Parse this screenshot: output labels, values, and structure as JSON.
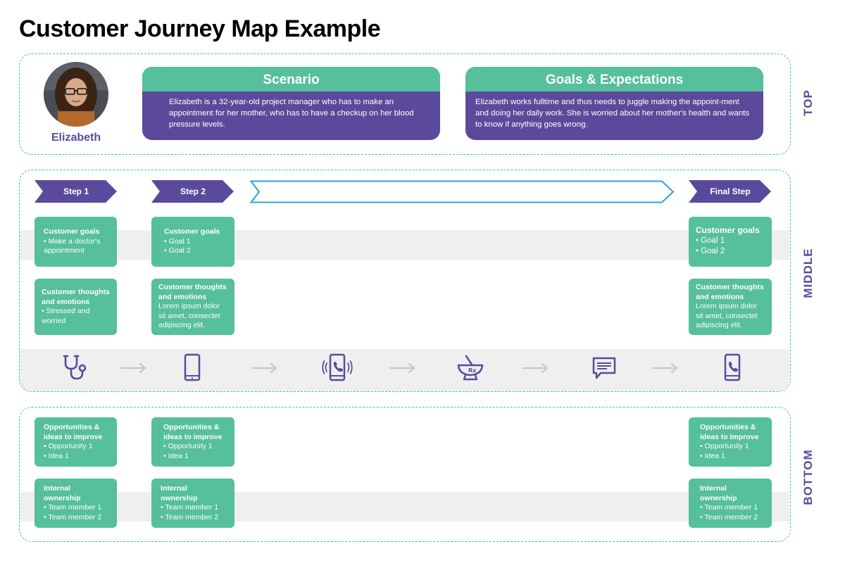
{
  "page": {
    "title": "Customer Journey Map Example"
  },
  "sections": {
    "top": "TOP",
    "middle": "MIDDLE",
    "bottom": "BOTTOM"
  },
  "persona": {
    "name": "Elizabeth"
  },
  "scenario": {
    "title": "Scenario",
    "body": "Elizabeth is a 32-year-old project manager who has to make an appointment for her mother, who has to have a checkup on her blood pressure levels."
  },
  "goals": {
    "title": "Goals & Expectations",
    "body": "Elizabeth works fulltime and thus needs to juggle making the appoint-ment and doing her daily work. She is worried about her mother's health and wants to know if anything goes wrong."
  },
  "steps": [
    "Step 1",
    "Step 2",
    "",
    "Final Step"
  ],
  "middle": {
    "goals": [
      {
        "title": "Customer goals",
        "body": "• Make a doctor's\n   appointment"
      },
      {
        "title": "Customer goals",
        "body": "• Goal 1\n• Goal 2"
      },
      {
        "title": "Customer goals",
        "body": "• Goal 1\n• Goal 2"
      }
    ],
    "thoughts": [
      {
        "title": "Customer thoughts\nand emotions",
        "body": "• Stressed and\n   worried"
      },
      {
        "title": "Customer thoughts\nand emotions",
        "body": "Lorem ipsum dolor\nsit amet, consectet\nadipiscing elit."
      },
      {
        "title": "Customer thoughts\nand emotions",
        "body": "Lorem ipsum dolor\nsit amet, consectet\nadipiscing elit."
      }
    ]
  },
  "touchpoints": [
    "stethoscope-icon",
    "smartphone-icon",
    "ringing-phone-icon",
    "pharmacy-mortar-icon",
    "chat-message-icon",
    "phone-call-icon"
  ],
  "bottom": {
    "opportunities": [
      {
        "title": "Opportunities &\nideas to improve",
        "body": "• Opportunity 1\n• Idea 1"
      },
      {
        "title": "Opportunities &\nideas to improve",
        "body": "• Opportunity 1\n• Idea 1"
      },
      {
        "title": "Opportunities &\nideas to improve",
        "body": "• Opportunity 1\n• Idea 1"
      }
    ],
    "ownership": [
      {
        "title": "Internal\nownership",
        "body": "• Team member 1\n• Team member 2"
      },
      {
        "title": "Internal\nownership",
        "body": "• Team member 1\n• Team member 2"
      },
      {
        "title": "Internal\nownership",
        "body": "• Team member 1\n• Team member 2"
      }
    ]
  },
  "colors": {
    "purple": "#5b4a9b",
    "green": "#56bf9b",
    "dash": "#4cb3d6",
    "band": "#efefef"
  }
}
